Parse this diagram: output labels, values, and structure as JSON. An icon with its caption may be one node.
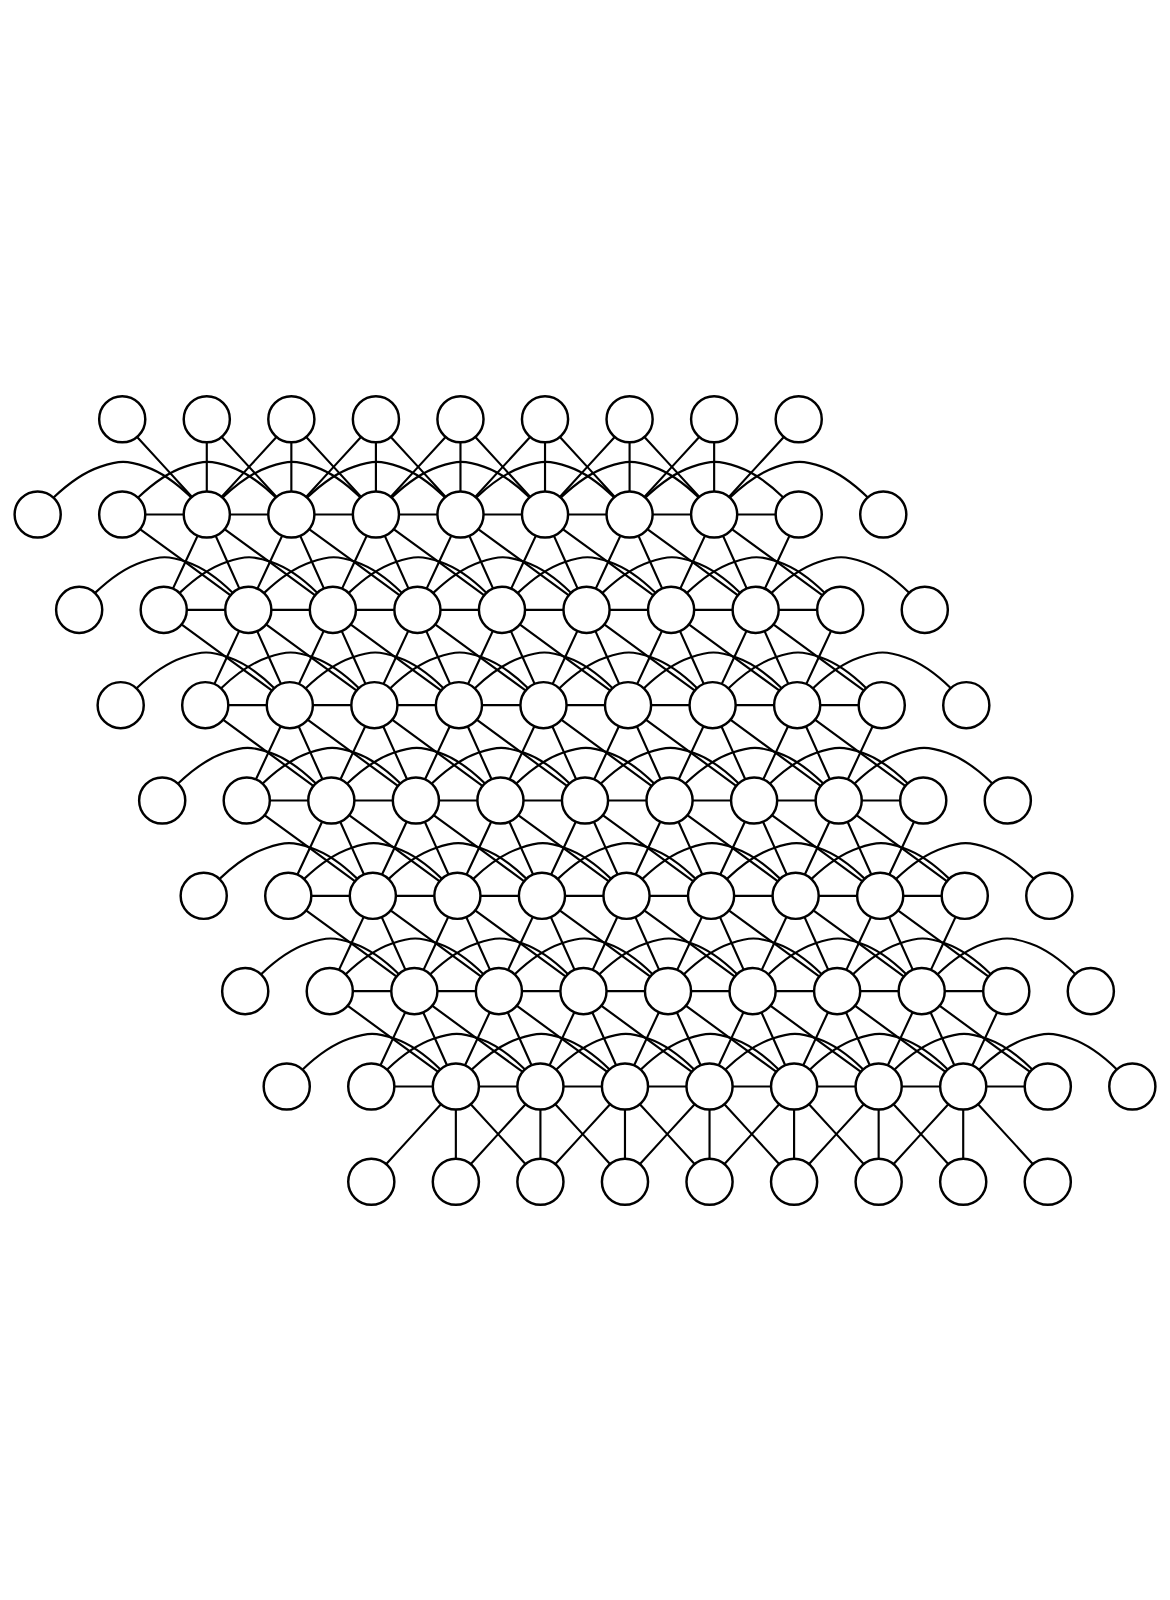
{
  "diagram": {
    "nodes": [
      {
        "text": [],
        "shape": "circle"
      },
      {
        "text": [],
        "shape": "circle"
      },
      {
        "text": [],
        "shape": "circle"
      },
      {
        "text": [],
        "shape": "circle"
      },
      {
        "text": [],
        "shape": "circle"
      },
      {
        "text": [],
        "shape": "circle"
      },
      {
        "text": [],
        "shape": "circle"
      },
      {
        "text": [],
        "shape": "circle"
      },
      {
        "text": [],
        "shape": "circle"
      },
      {
        "text": [],
        "shape": "circle"
      },
      {
        "text": [],
        "shape": "circle"
      },
      {
        "text": [],
        "shape": "circle"
      },
      {
        "text": [],
        "shape": "circle"
      },
      {
        "text": [],
        "shape": "circle"
      },
      {
        "text": [],
        "shape": "circle"
      },
      {
        "text": [],
        "shape": "circle"
      },
      {
        "text": [],
        "shape": "circle"
      },
      {
        "text": [],
        "shape": "circle"
      },
      {
        "text": [],
        "shape": "circle"
      },
      {
        "text": [],
        "shape": "circle"
      },
      {
        "text": [],
        "shape": "circle"
      },
      {
        "text": [],
        "shape": "circle"
      },
      {
        "text": [],
        "shape": "circle"
      },
      {
        "text": [],
        "shape": "circle"
      },
      {
        "text": [],
        "shape": "circle"
      },
      {
        "text": [],
        "shape": "circle"
      },
      {
        "text": [],
        "shape": "circle"
      },
      {
        "text": [],
        "shape": "circle"
      },
      {
        "text": [],
        "shape": "circle"
      },
      {
        "text": [],
        "shape": "circle"
      },
      {
        "text": [],
        "shape": "circle"
      },
      {
        "text": [],
        "shape": "circle"
      },
      {
        "text": [],
        "shape": "circle"
      },
      {
        "text": [],
        "shape": "circle"
      },
      {
        "text": [],
        "shape": "circle"
      },
      {
        "text": [],
        "shape": "circle"
      },
      {
        "text": [],
        "shape": "circle"
      },
      {
        "text": [],
        "shape": "circle"
      },
      {
        "text": [],
        "shape": "circle"
      },
      {
        "text": [],
        "shape": "circle"
      },
      {
        "text": [],
        "shape": "circle"
      },
      {
        "text": [],
        "shape": "circle"
      },
      {
        "text": [],
        "shape": "circle"
      },
      {
        "text": [],
        "shape": "circle"
      },
      {
        "text": [],
        "shape": "circle"
      },
      {
        "text": [],
        "shape": "circle"
      },
      {
        "text": [],
        "shape": "circle"
      },
      {
        "text": [],
        "shape": "circle"
      },
      {
        "text": [],
        "shape": "circle"
      },
      {
        "text": [],
        "shape": "circle"
      },
      {
        "text": [],
        "shape": "circle"
      },
      {
        "text": [],
        "shape": "circle"
      },
      {
        "text": [],
        "shape": "circle"
      },
      {
        "text": [],
        "shape": "circle"
      },
      {
        "text": [],
        "shape": "circle"
      },
      {
        "text": [],
        "shape": "circle"
      },
      {
        "text": [],
        "shape": "circle"
      },
      {
        "text": [],
        "shape": "circle"
      },
      {
        "text": [],
        "shape": "circle"
      },
      {
        "text": [],
        "shape": "circle"
      },
      {
        "text": [],
        "shape": "circle"
      },
      {
        "text": [],
        "shape": "circle"
      },
      {
        "text": [],
        "shape": "circle"
      },
      {
        "text": [],
        "shape": "circle"
      },
      {
        "text": [],
        "shape": "circle"
      },
      {
        "text": [],
        "shape": "circle"
      },
      {
        "text": [],
        "shape": "circle"
      },
      {
        "text": [],
        "shape": "circle"
      },
      {
        "text": [],
        "shape": "circle"
      },
      {
        "text": [],
        "shape": "circle"
      },
      {
        "text": [],
        "shape": "circle"
      },
      {
        "text": [],
        "shape": "circle"
      },
      {
        "text": [],
        "shape": "circle"
      },
      {
        "text": [],
        "shape": "circle"
      },
      {
        "text": [],
        "shape": "circle"
      },
      {
        "text": [],
        "shape": "circle"
      },
      {
        "text": [],
        "shape": "circle"
      },
      {
        "text": [],
        "shape": "circle"
      },
      {
        "text": [],
        "shape": "circle"
      },
      {
        "text": [],
        "shape": "circle"
      },
      {
        "text": [],
        "shape": "circle"
      },
      {
        "text": [],
        "shape": "circle"
      },
      {
        "text": [],
        "shape": "circle"
      },
      {
        "text": [],
        "shape": "circle"
      },
      {
        "text": [],
        "shape": "circle"
      },
      {
        "text": [],
        "shape": "circle"
      },
      {
        "text": [],
        "shape": "circle"
      },
      {
        "text": [],
        "shape": "circle"
      },
      {
        "text": [],
        "shape": "circle"
      },
      {
        "text": [],
        "shape": "circle"
      },
      {
        "text": [],
        "shape": "circle"
      },
      {
        "text": [],
        "shape": "circle"
      },
      {
        "text": [],
        "shape": "circle"
      },
      {
        "text": [],
        "shape": "circle"
      },
      {
        "text": [],
        "shape": "circle"
      }
    ],
    "edges": [
      {
        "from": 0,
        "to": 11,
        "arrow": "none"
      },
      {
        "from": 1,
        "to": 11,
        "arrow": "none"
      },
      {
        "from": 1,
        "to": 12,
        "arrow": "none"
      },
      {
        "from": 2,
        "to": 12,
        "arrow": "none"
      },
      {
        "from": 2,
        "to": 13,
        "arrow": "none"
      },
      {
        "from": 2,
        "to": 11,
        "arrow": "none"
      },
      {
        "from": 3,
        "to": 13,
        "arrow": "none"
      },
      {
        "from": 3,
        "to": 14,
        "arrow": "none"
      },
      {
        "from": 3,
        "to": 12,
        "arrow": "none"
      },
      {
        "from": 4,
        "to": 14,
        "arrow": "none"
      },
      {
        "from": 4,
        "to": 15,
        "arrow": "none"
      },
      {
        "from": 4,
        "to": 13,
        "arrow": "none"
      },
      {
        "from": 5,
        "to": 15,
        "arrow": "none"
      },
      {
        "from": 5,
        "to": 16,
        "arrow": "none"
      },
      {
        "from": 5,
        "to": 14,
        "arrow": "none"
      },
      {
        "from": 6,
        "to": 16,
        "arrow": "none"
      },
      {
        "from": 6,
        "to": 17,
        "arrow": "none"
      },
      {
        "from": 6,
        "to": 15,
        "arrow": "none"
      },
      {
        "from": 7,
        "to": 17,
        "arrow": "none"
      },
      {
        "from": 7,
        "to": 16,
        "arrow": "none"
      },
      {
        "from": 8,
        "to": 17,
        "arrow": "none"
      },
      {
        "from": 9,
        "to": 11,
        "arrow": "none"
      },
      {
        "from": 10,
        "to": 11,
        "arrow": "none"
      },
      {
        "from": 10,
        "to": 22,
        "arrow": "none"
      },
      {
        "from": 10,
        "to": 12,
        "arrow": "none"
      },
      {
        "from": 11,
        "to": 12,
        "arrow": "none"
      },
      {
        "from": 11,
        "to": 22,
        "arrow": "none"
      },
      {
        "from": 11,
        "to": 23,
        "arrow": "none"
      },
      {
        "from": 11,
        "to": 21,
        "arrow": "none"
      },
      {
        "from": 11,
        "to": 13,
        "arrow": "none"
      },
      {
        "from": 12,
        "to": 13,
        "arrow": "none"
      },
      {
        "from": 12,
        "to": 23,
        "arrow": "none"
      },
      {
        "from": 12,
        "to": 24,
        "arrow": "none"
      },
      {
        "from": 12,
        "to": 22,
        "arrow": "none"
      },
      {
        "from": 12,
        "to": 14,
        "arrow": "none"
      },
      {
        "from": 13,
        "to": 14,
        "arrow": "none"
      },
      {
        "from": 13,
        "to": 24,
        "arrow": "none"
      },
      {
        "from": 13,
        "to": 25,
        "arrow": "none"
      },
      {
        "from": 13,
        "to": 23,
        "arrow": "none"
      },
      {
        "from": 13,
        "to": 15,
        "arrow": "none"
      },
      {
        "from": 14,
        "to": 15,
        "arrow": "none"
      },
      {
        "from": 14,
        "to": 25,
        "arrow": "none"
      },
      {
        "from": 14,
        "to": 26,
        "arrow": "none"
      },
      {
        "from": 14,
        "to": 24,
        "arrow": "none"
      },
      {
        "from": 14,
        "to": 16,
        "arrow": "none"
      },
      {
        "from": 15,
        "to": 16,
        "arrow": "none"
      },
      {
        "from": 15,
        "to": 26,
        "arrow": "none"
      },
      {
        "from": 15,
        "to": 27,
        "arrow": "none"
      },
      {
        "from": 15,
        "to": 25,
        "arrow": "none"
      },
      {
        "from": 15,
        "to": 17,
        "arrow": "none"
      },
      {
        "from": 16,
        "to": 17,
        "arrow": "none"
      },
      {
        "from": 16,
        "to": 27,
        "arrow": "none"
      },
      {
        "from": 16,
        "to": 28,
        "arrow": "none"
      },
      {
        "from": 16,
        "to": 26,
        "arrow": "none"
      },
      {
        "from": 16,
        "to": 18,
        "arrow": "none"
      },
      {
        "from": 17,
        "to": 18,
        "arrow": "none"
      },
      {
        "from": 17,
        "to": 28,
        "arrow": "none"
      },
      {
        "from": 17,
        "to": 29,
        "arrow": "none"
      },
      {
        "from": 17,
        "to": 27,
        "arrow": "none"
      },
      {
        "from": 17,
        "to": 19,
        "arrow": "none"
      },
      {
        "from": 18,
        "to": 28,
        "arrow": "none"
      },
      {
        "from": 20,
        "to": 22,
        "arrow": "none"
      },
      {
        "from": 21,
        "to": 22,
        "arrow": "none"
      },
      {
        "from": 21,
        "to": 33,
        "arrow": "none"
      },
      {
        "from": 21,
        "to": 23,
        "arrow": "none"
      },
      {
        "from": 22,
        "to": 23,
        "arrow": "none"
      },
      {
        "from": 22,
        "to": 33,
        "arrow": "none"
      },
      {
        "from": 22,
        "to": 34,
        "arrow": "none"
      },
      {
        "from": 22,
        "to": 32,
        "arrow": "none"
      },
      {
        "from": 22,
        "to": 24,
        "arrow": "none"
      },
      {
        "from": 23,
        "to": 24,
        "arrow": "none"
      },
      {
        "from": 23,
        "to": 34,
        "arrow": "none"
      },
      {
        "from": 23,
        "to": 35,
        "arrow": "none"
      },
      {
        "from": 23,
        "to": 33,
        "arrow": "none"
      },
      {
        "from": 23,
        "to": 25,
        "arrow": "none"
      },
      {
        "from": 24,
        "to": 25,
        "arrow": "none"
      },
      {
        "from": 24,
        "to": 35,
        "arrow": "none"
      },
      {
        "from": 24,
        "to": 36,
        "arrow": "none"
      },
      {
        "from": 24,
        "to": 34,
        "arrow": "none"
      },
      {
        "from": 24,
        "to": 26,
        "arrow": "none"
      },
      {
        "from": 25,
        "to": 26,
        "arrow": "none"
      },
      {
        "from": 25,
        "to": 36,
        "arrow": "none"
      },
      {
        "from": 25,
        "to": 37,
        "arrow": "none"
      },
      {
        "from": 25,
        "to": 35,
        "arrow": "none"
      },
      {
        "from": 25,
        "to": 27,
        "arrow": "none"
      },
      {
        "from": 26,
        "to": 27,
        "arrow": "none"
      },
      {
        "from": 26,
        "to": 37,
        "arrow": "none"
      },
      {
        "from": 26,
        "to": 38,
        "arrow": "none"
      },
      {
        "from": 26,
        "to": 36,
        "arrow": "none"
      },
      {
        "from": 26,
        "to": 28,
        "arrow": "none"
      },
      {
        "from": 27,
        "to": 28,
        "arrow": "none"
      },
      {
        "from": 27,
        "to": 38,
        "arrow": "none"
      },
      {
        "from": 27,
        "to": 39,
        "arrow": "none"
      },
      {
        "from": 27,
        "to": 37,
        "arrow": "none"
      },
      {
        "from": 27,
        "to": 29,
        "arrow": "none"
      },
      {
        "from": 28,
        "to": 29,
        "arrow": "none"
      },
      {
        "from": 28,
        "to": 39,
        "arrow": "none"
      },
      {
        "from": 28,
        "to": 40,
        "arrow": "none"
      },
      {
        "from": 28,
        "to": 38,
        "arrow": "none"
      },
      {
        "from": 28,
        "to": 30,
        "arrow": "none"
      },
      {
        "from": 29,
        "to": 39,
        "arrow": "none"
      },
      {
        "from": 31,
        "to": 33,
        "arrow": "none"
      },
      {
        "from": 32,
        "to": 33,
        "arrow": "none"
      },
      {
        "from": 32,
        "to": 44,
        "arrow": "none"
      },
      {
        "from": 32,
        "to": 34,
        "arrow": "none"
      },
      {
        "from": 33,
        "to": 34,
        "arrow": "none"
      },
      {
        "from": 33,
        "to": 44,
        "arrow": "none"
      },
      {
        "from": 33,
        "to": 45,
        "arrow": "none"
      },
      {
        "from": 33,
        "to": 43,
        "arrow": "none"
      },
      {
        "from": 33,
        "to": 35,
        "arrow": "none"
      },
      {
        "from": 34,
        "to": 35,
        "arrow": "none"
      },
      {
        "from": 34,
        "to": 45,
        "arrow": "none"
      },
      {
        "from": 34,
        "to": 46,
        "arrow": "none"
      },
      {
        "from": 34,
        "to": 44,
        "arrow": "none"
      },
      {
        "from": 34,
        "to": 36,
        "arrow": "none"
      },
      {
        "from": 35,
        "to": 36,
        "arrow": "none"
      },
      {
        "from": 35,
        "to": 46,
        "arrow": "none"
      },
      {
        "from": 35,
        "to": 47,
        "arrow": "none"
      },
      {
        "from": 35,
        "to": 45,
        "arrow": "none"
      },
      {
        "from": 35,
        "to": 37,
        "arrow": "none"
      },
      {
        "from": 36,
        "to": 37,
        "arrow": "none"
      },
      {
        "from": 36,
        "to": 47,
        "arrow": "none"
      },
      {
        "from": 36,
        "to": 48,
        "arrow": "none"
      },
      {
        "from": 36,
        "to": 46,
        "arrow": "none"
      },
      {
        "from": 36,
        "to": 38,
        "arrow": "none"
      },
      {
        "from": 37,
        "to": 38,
        "arrow": "none"
      },
      {
        "from": 37,
        "to": 48,
        "arrow": "none"
      },
      {
        "from": 37,
        "to": 49,
        "arrow": "none"
      },
      {
        "from": 37,
        "to": 47,
        "arrow": "none"
      },
      {
        "from": 37,
        "to": 39,
        "arrow": "none"
      },
      {
        "from": 38,
        "to": 39,
        "arrow": "none"
      },
      {
        "from": 38,
        "to": 49,
        "arrow": "none"
      },
      {
        "from": 38,
        "to": 50,
        "arrow": "none"
      },
      {
        "from": 38,
        "to": 48,
        "arrow": "none"
      },
      {
        "from": 38,
        "to": 40,
        "arrow": "none"
      },
      {
        "from": 39,
        "to": 40,
        "arrow": "none"
      },
      {
        "from": 39,
        "to": 50,
        "arrow": "none"
      },
      {
        "from": 39,
        "to": 51,
        "arrow": "none"
      },
      {
        "from": 39,
        "to": 49,
        "arrow": "none"
      },
      {
        "from": 39,
        "to": 41,
        "arrow": "none"
      },
      {
        "from": 40,
        "to": 50,
        "arrow": "none"
      },
      {
        "from": 42,
        "to": 44,
        "arrow": "none"
      },
      {
        "from": 43,
        "to": 44,
        "arrow": "none"
      },
      {
        "from": 43,
        "to": 55,
        "arrow": "none"
      },
      {
        "from": 43,
        "to": 45,
        "arrow": "none"
      },
      {
        "from": 44,
        "to": 45,
        "arrow": "none"
      },
      {
        "from": 44,
        "to": 55,
        "arrow": "none"
      },
      {
        "from": 44,
        "to": 56,
        "arrow": "none"
      },
      {
        "from": 44,
        "to": 54,
        "arrow": "none"
      },
      {
        "from": 44,
        "to": 46,
        "arrow": "none"
      },
      {
        "from": 45,
        "to": 46,
        "arrow": "none"
      },
      {
        "from": 45,
        "to": 56,
        "arrow": "none"
      },
      {
        "from": 45,
        "to": 57,
        "arrow": "none"
      },
      {
        "from": 45,
        "to": 55,
        "arrow": "none"
      },
      {
        "from": 45,
        "to": 47,
        "arrow": "none"
      },
      {
        "from": 46,
        "to": 47,
        "arrow": "none"
      },
      {
        "from": 46,
        "to": 57,
        "arrow": "none"
      },
      {
        "from": 46,
        "to": 58,
        "arrow": "none"
      },
      {
        "from": 46,
        "to": 56,
        "arrow": "none"
      },
      {
        "from": 46,
        "to": 48,
        "arrow": "none"
      },
      {
        "from": 47,
        "to": 48,
        "arrow": "none"
      },
      {
        "from": 47,
        "to": 58,
        "arrow": "none"
      },
      {
        "from": 47,
        "to": 59,
        "arrow": "none"
      },
      {
        "from": 47,
        "to": 57,
        "arrow": "none"
      },
      {
        "from": 47,
        "to": 49,
        "arrow": "none"
      },
      {
        "from": 48,
        "to": 49,
        "arrow": "none"
      },
      {
        "from": 48,
        "to": 59,
        "arrow": "none"
      },
      {
        "from": 48,
        "to": 60,
        "arrow": "none"
      },
      {
        "from": 48,
        "to": 58,
        "arrow": "none"
      },
      {
        "from": 48,
        "to": 50,
        "arrow": "none"
      },
      {
        "from": 49,
        "to": 50,
        "arrow": "none"
      },
      {
        "from": 49,
        "to": 60,
        "arrow": "none"
      },
      {
        "from": 49,
        "to": 61,
        "arrow": "none"
      },
      {
        "from": 49,
        "to": 59,
        "arrow": "none"
      },
      {
        "from": 49,
        "to": 51,
        "arrow": "none"
      },
      {
        "from": 50,
        "to": 51,
        "arrow": "none"
      },
      {
        "from": 50,
        "to": 61,
        "arrow": "none"
      },
      {
        "from": 50,
        "to": 62,
        "arrow": "none"
      },
      {
        "from": 50,
        "to": 60,
        "arrow": "none"
      },
      {
        "from": 50,
        "to": 52,
        "arrow": "none"
      },
      {
        "from": 51,
        "to": 61,
        "arrow": "none"
      },
      {
        "from": 53,
        "to": 55,
        "arrow": "none"
      },
      {
        "from": 54,
        "to": 55,
        "arrow": "none"
      },
      {
        "from": 54,
        "to": 66,
        "arrow": "none"
      },
      {
        "from": 54,
        "to": 56,
        "arrow": "none"
      },
      {
        "from": 55,
        "to": 56,
        "arrow": "none"
      },
      {
        "from": 55,
        "to": 66,
        "arrow": "none"
      },
      {
        "from": 55,
        "to": 67,
        "arrow": "none"
      },
      {
        "from": 55,
        "to": 65,
        "arrow": "none"
      },
      {
        "from": 55,
        "to": 57,
        "arrow": "none"
      },
      {
        "from": 56,
        "to": 57,
        "arrow": "none"
      },
      {
        "from": 56,
        "to": 67,
        "arrow": "none"
      },
      {
        "from": 56,
        "to": 68,
        "arrow": "none"
      },
      {
        "from": 56,
        "to": 66,
        "arrow": "none"
      },
      {
        "from": 56,
        "to": 58,
        "arrow": "none"
      },
      {
        "from": 57,
        "to": 58,
        "arrow": "none"
      },
      {
        "from": 57,
        "to": 68,
        "arrow": "none"
      },
      {
        "from": 57,
        "to": 69,
        "arrow": "none"
      },
      {
        "from": 57,
        "to": 67,
        "arrow": "none"
      },
      {
        "from": 57,
        "to": 59,
        "arrow": "none"
      },
      {
        "from": 58,
        "to": 59,
        "arrow": "none"
      },
      {
        "from": 58,
        "to": 69,
        "arrow": "none"
      },
      {
        "from": 58,
        "to": 70,
        "arrow": "none"
      },
      {
        "from": 58,
        "to": 68,
        "arrow": "none"
      },
      {
        "from": 58,
        "to": 60,
        "arrow": "none"
      },
      {
        "from": 59,
        "to": 60,
        "arrow": "none"
      },
      {
        "from": 59,
        "to": 70,
        "arrow": "none"
      },
      {
        "from": 59,
        "to": 71,
        "arrow": "none"
      },
      {
        "from": 59,
        "to": 69,
        "arrow": "none"
      },
      {
        "from": 59,
        "to": 61,
        "arrow": "none"
      },
      {
        "from": 60,
        "to": 61,
        "arrow": "none"
      },
      {
        "from": 60,
        "to": 71,
        "arrow": "none"
      },
      {
        "from": 60,
        "to": 72,
        "arrow": "none"
      },
      {
        "from": 60,
        "to": 70,
        "arrow": "none"
      },
      {
        "from": 60,
        "to": 62,
        "arrow": "none"
      },
      {
        "from": 61,
        "to": 62,
        "arrow": "none"
      },
      {
        "from": 61,
        "to": 72,
        "arrow": "none"
      },
      {
        "from": 61,
        "to": 73,
        "arrow": "none"
      },
      {
        "from": 61,
        "to": 71,
        "arrow": "none"
      },
      {
        "from": 61,
        "to": 63,
        "arrow": "none"
      },
      {
        "from": 62,
        "to": 72,
        "arrow": "none"
      },
      {
        "from": 64,
        "to": 66,
        "arrow": "none"
      },
      {
        "from": 65,
        "to": 66,
        "arrow": "none"
      },
      {
        "from": 65,
        "to": 77,
        "arrow": "none"
      },
      {
        "from": 65,
        "to": 67,
        "arrow": "none"
      },
      {
        "from": 66,
        "to": 67,
        "arrow": "none"
      },
      {
        "from": 66,
        "to": 77,
        "arrow": "none"
      },
      {
        "from": 66,
        "to": 78,
        "arrow": "none"
      },
      {
        "from": 66,
        "to": 76,
        "arrow": "none"
      },
      {
        "from": 66,
        "to": 68,
        "arrow": "none"
      },
      {
        "from": 67,
        "to": 68,
        "arrow": "none"
      },
      {
        "from": 67,
        "to": 78,
        "arrow": "none"
      },
      {
        "from": 67,
        "to": 79,
        "arrow": "none"
      },
      {
        "from": 67,
        "to": 77,
        "arrow": "none"
      },
      {
        "from": 67,
        "to": 69,
        "arrow": "none"
      },
      {
        "from": 68,
        "to": 69,
        "arrow": "none"
      },
      {
        "from": 68,
        "to": 79,
        "arrow": "none"
      },
      {
        "from": 68,
        "to": 80,
        "arrow": "none"
      },
      {
        "from": 68,
        "to": 78,
        "arrow": "none"
      },
      {
        "from": 68,
        "to": 70,
        "arrow": "none"
      },
      {
        "from": 69,
        "to": 70,
        "arrow": "none"
      },
      {
        "from": 69,
        "to": 80,
        "arrow": "none"
      },
      {
        "from": 69,
        "to": 81,
        "arrow": "none"
      },
      {
        "from": 69,
        "to": 79,
        "arrow": "none"
      },
      {
        "from": 69,
        "to": 71,
        "arrow": "none"
      },
      {
        "from": 70,
        "to": 71,
        "arrow": "none"
      },
      {
        "from": 70,
        "to": 81,
        "arrow": "none"
      },
      {
        "from": 70,
        "to": 82,
        "arrow": "none"
      },
      {
        "from": 70,
        "to": 80,
        "arrow": "none"
      },
      {
        "from": 70,
        "to": 72,
        "arrow": "none"
      },
      {
        "from": 71,
        "to": 72,
        "arrow": "none"
      },
      {
        "from": 71,
        "to": 82,
        "arrow": "none"
      },
      {
        "from": 71,
        "to": 83,
        "arrow": "none"
      },
      {
        "from": 71,
        "to": 81,
        "arrow": "none"
      },
      {
        "from": 71,
        "to": 73,
        "arrow": "none"
      },
      {
        "from": 72,
        "to": 73,
        "arrow": "none"
      },
      {
        "from": 72,
        "to": 83,
        "arrow": "none"
      },
      {
        "from": 72,
        "to": 84,
        "arrow": "none"
      },
      {
        "from": 72,
        "to": 82,
        "arrow": "none"
      },
      {
        "from": 72,
        "to": 74,
        "arrow": "none"
      },
      {
        "from": 73,
        "to": 83,
        "arrow": "none"
      },
      {
        "from": 75,
        "to": 77,
        "arrow": "none"
      },
      {
        "from": 76,
        "to": 77,
        "arrow": "none"
      },
      {
        "from": 76,
        "to": 78,
        "arrow": "none"
      },
      {
        "from": 77,
        "to": 78,
        "arrow": "none"
      },
      {
        "from": 77,
        "to": 87,
        "arrow": "none"
      },
      {
        "from": 77,
        "to": 88,
        "arrow": "none"
      },
      {
        "from": 77,
        "to": 86,
        "arrow": "none"
      },
      {
        "from": 77,
        "to": 79,
        "arrow": "none"
      },
      {
        "from": 78,
        "to": 79,
        "arrow": "none"
      },
      {
        "from": 78,
        "to": 88,
        "arrow": "none"
      },
      {
        "from": 78,
        "to": 89,
        "arrow": "none"
      },
      {
        "from": 78,
        "to": 87,
        "arrow": "none"
      },
      {
        "from": 78,
        "to": 80,
        "arrow": "none"
      },
      {
        "from": 79,
        "to": 80,
        "arrow": "none"
      },
      {
        "from": 79,
        "to": 89,
        "arrow": "none"
      },
      {
        "from": 79,
        "to": 90,
        "arrow": "none"
      },
      {
        "from": 79,
        "to": 88,
        "arrow": "none"
      },
      {
        "from": 79,
        "to": 81,
        "arrow": "none"
      },
      {
        "from": 80,
        "to": 81,
        "arrow": "none"
      },
      {
        "from": 80,
        "to": 90,
        "arrow": "none"
      },
      {
        "from": 80,
        "to": 91,
        "arrow": "none"
      },
      {
        "from": 80,
        "to": 89,
        "arrow": "none"
      },
      {
        "from": 80,
        "to": 82,
        "arrow": "none"
      },
      {
        "from": 81,
        "to": 82,
        "arrow": "none"
      },
      {
        "from": 81,
        "to": 91,
        "arrow": "none"
      },
      {
        "from": 81,
        "to": 92,
        "arrow": "none"
      },
      {
        "from": 81,
        "to": 90,
        "arrow": "none"
      },
      {
        "from": 81,
        "to": 83,
        "arrow": "none"
      },
      {
        "from": 82,
        "to": 83,
        "arrow": "none"
      },
      {
        "from": 82,
        "to": 92,
        "arrow": "none"
      },
      {
        "from": 82,
        "to": 93,
        "arrow": "none"
      },
      {
        "from": 82,
        "to": 91,
        "arrow": "none"
      },
      {
        "from": 82,
        "to": 84,
        "arrow": "none"
      },
      {
        "from": 83,
        "to": 84,
        "arrow": "none"
      },
      {
        "from": 83,
        "to": 93,
        "arrow": "none"
      },
      {
        "from": 83,
        "to": 94,
        "arrow": "none"
      },
      {
        "from": 83,
        "to": 92,
        "arrow": "none"
      },
      {
        "from": 83,
        "to": 85,
        "arrow": "none"
      }
    ]
  }
}
